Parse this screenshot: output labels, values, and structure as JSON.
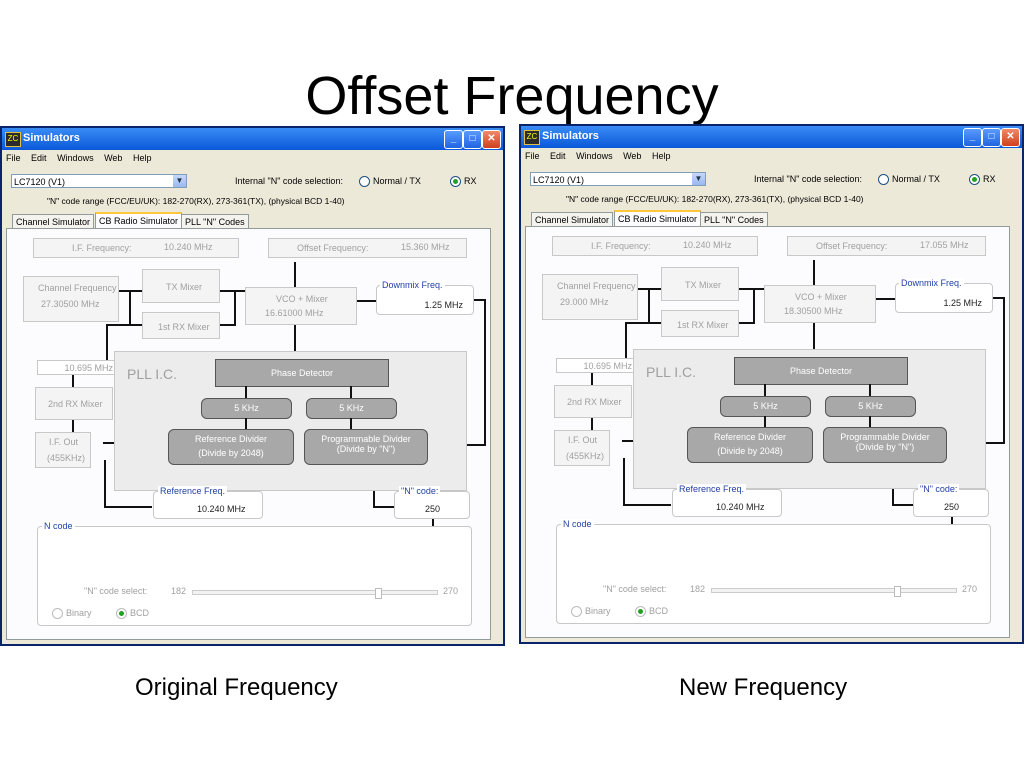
{
  "slide": {
    "title": "Offset Frequency",
    "caption_left": "Original Frequency",
    "caption_right": "New Frequency"
  },
  "window_common": {
    "title": "Simulators",
    "menu": [
      "File",
      "Edit",
      "Windows",
      "Web",
      "Help"
    ],
    "device_select": "LC7120 (V1)",
    "n_code_selection_label": "Internal \"N\" code selection:",
    "radio_normal_tx": "Normal / TX",
    "radio_rx": "RX",
    "n_code_range": "\"N\" code range (FCC/EU/UK):  182-270(RX), 273-361(TX), (physical BCD 1-40)",
    "tabs": [
      "Channel Simulator",
      "CB Radio Simulator",
      "PLL \"N\" Codes"
    ],
    "if_frequency_label": "I.F. Frequency:",
    "offset_frequency_label": "Offset Frequency:",
    "channel_frequency_label": "Channel Frequency",
    "tx_mixer": "TX Mixer",
    "first_rx_mixer": "1st RX Mixer",
    "vco_mixer_label": "VCO + Mixer",
    "downmix_label": "Downmix Freq.",
    "downmix_value": "1.25 MHz",
    "if_10695": "10.695 MHz",
    "second_rx_mixer": "2nd RX Mixer",
    "if_out": "I.F. Out",
    "if_out_freq": "(455KHz)",
    "pll_ic": "PLL I.C.",
    "phase_detector": "Phase Detector",
    "hz_left": "5 KHz",
    "hz_right": "5 KHz",
    "ref_divider": "Reference Divider",
    "ref_divider_sub": "(Divide by 2048)",
    "prog_divider": "Programmable Divider",
    "prog_divider_sub": "(Divide by \"N\")",
    "reference_freq_label": "Reference Freq.",
    "reference_freq_value": "10.240 MHz",
    "n_code_label": "\"N\" code:",
    "n_code_value": "250",
    "n_code_group": "N  code",
    "n_code_select_label": "\"N\" code select:",
    "slider_min": "182",
    "slider_max": "270",
    "slider_fraction": 0.77,
    "binary": "Binary",
    "bcd": "BCD"
  },
  "window_left": {
    "if_frequency_value": "10.240 MHz",
    "offset_frequency_value": "15.360 MHz",
    "channel_frequency_value": "27.30500 MHz",
    "vco_value": "16.61000 MHz"
  },
  "window_right": {
    "if_frequency_value": "10.240 MHz",
    "offset_frequency_value": "17.055 MHz",
    "channel_frequency_value": "29.000 MHz",
    "vco_value": "18.30500 MHz"
  }
}
